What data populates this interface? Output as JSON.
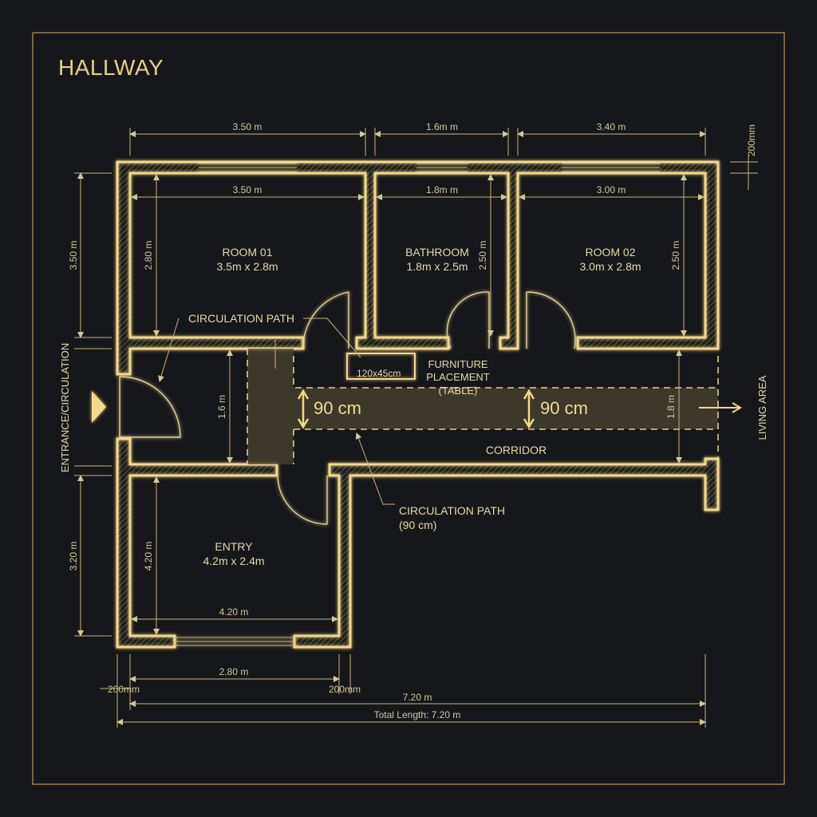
{
  "title": "HALLWAY",
  "rooms": {
    "room01": {
      "name": "ROOM 01",
      "size": "3.5m x 2.8m"
    },
    "bathroom": {
      "name": "BATHROOM",
      "size": "1.8m x 2.5m"
    },
    "room02": {
      "name": "ROOM 02",
      "size": "3.0m x 2.8m"
    },
    "entry": {
      "name": "ENTRY",
      "size": "4.2m x 2.4m"
    }
  },
  "labels": {
    "corridor": "CORRIDOR",
    "circulation_path_top": "CIRCULATION PATH",
    "circulation_path_bottom": "CIRCULATION PATH",
    "circulation_path_bottom_note": "(90 cm)",
    "furniture_1": "FURNITURE",
    "furniture_2": "PLACEMENT",
    "furniture_3": "(TABLE)",
    "table_size": "120x45cm",
    "width_left": "90 cm",
    "width_right": "90 cm",
    "entrance": "ENTRANCE/CIRCULATION",
    "living_area": "LIVING AREA"
  },
  "dimensions": {
    "top_outer_1": "3.50 m",
    "top_outer_2": "1.6m m",
    "top_outer_3": "3.40 m",
    "top_wall": "200mm",
    "room01_width": "3.50 m",
    "bath_width": "1.8m m",
    "room02_width": "3.00 m",
    "room01_height": "2.80 m",
    "bath_height": "2.50 m",
    "room02_height": "2.50 m",
    "left_top": "3.50 m",
    "left_bottom": "3.20 m",
    "corridor_left": "1.6 m",
    "corridor_right": "1.8 m",
    "entry_height": "4.20 m",
    "entry_width": "4.20 m",
    "bottom_inner": "2.80 m",
    "bottom_wall_left": "200mm",
    "bottom_wall_right": "200mm",
    "total_short": "7.20 m",
    "total_length": "Total Length: 7.20 m"
  },
  "colors": {
    "line": "#f4d986",
    "background": "#15171b",
    "text": "#e8d9a8"
  }
}
